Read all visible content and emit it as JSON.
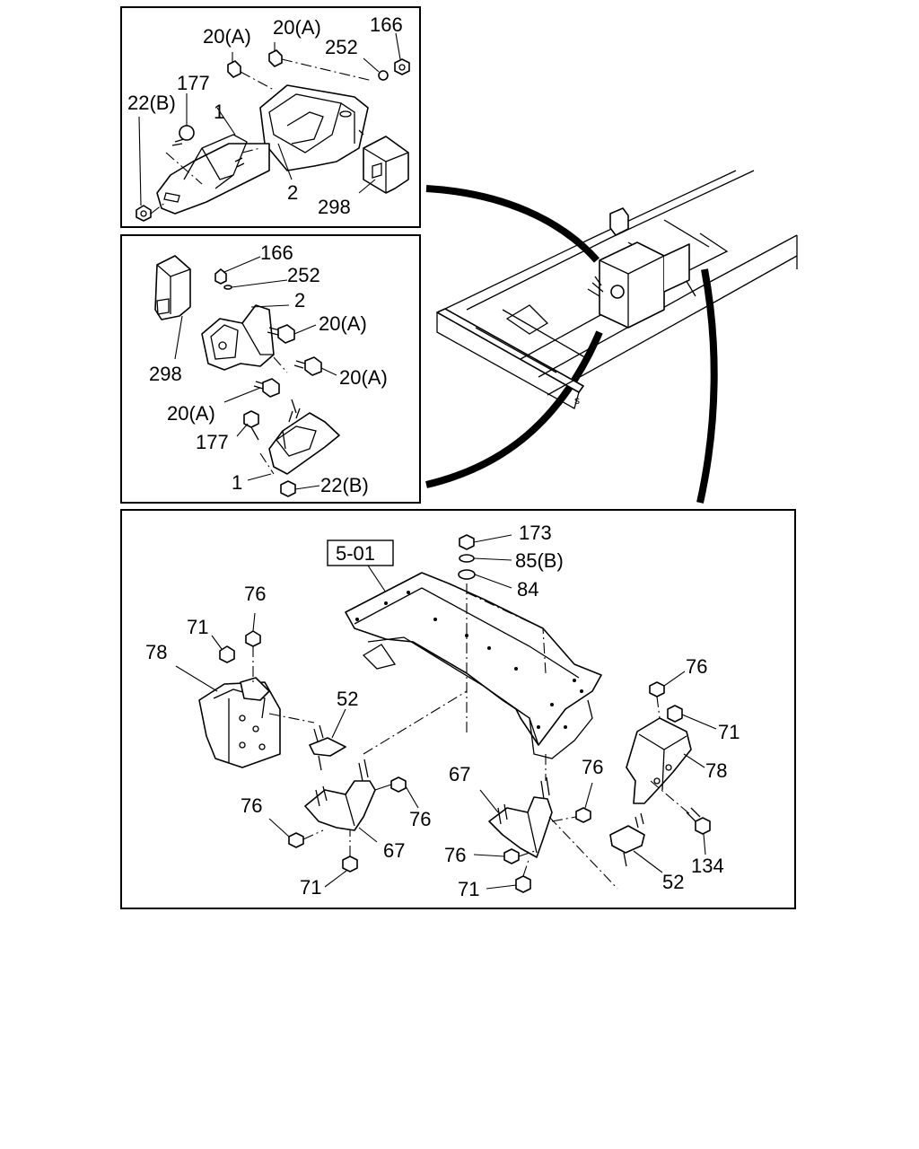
{
  "panel_top": {
    "callouts": {
      "bolt_a_1": "20(A)",
      "bolt_a_2": "20(A)",
      "nut_166": "166",
      "washer_252": "252",
      "bolt_177": "177",
      "nut_22b": "22(B)",
      "mount_1": "1",
      "bracket_2": "2",
      "stopper_298": "298"
    }
  },
  "panel_middle": {
    "callouts": {
      "nut_166": "166",
      "washer_252": "252",
      "bracket_2": "2",
      "bolt_a_1": "20(A)",
      "stopper_298": "298",
      "bolt_a_2": "20(A)",
      "bolt_a_3": "20(A)",
      "bolt_177": "177",
      "mount_1": "1",
      "nut_22b": "22(B)"
    }
  },
  "panel_bottom": {
    "reference_box": "5-01",
    "callouts": {
      "nut_173": "173",
      "washer_85b": "85(B)",
      "washer_84": "84",
      "bolt_76_a": "76",
      "nut_71_a": "71",
      "bracket_78_a": "78",
      "insulator_52_a": "52",
      "bolt_76_b": "76",
      "bolt_76_c": "76",
      "bracket_67_a": "67",
      "nut_71_b": "71",
      "bracket_67_b": "67",
      "bolt_76_d": "76",
      "bolt_76_e": "76",
      "nut_71_c": "71",
      "bolt_76_f": "76",
      "nut_71_d": "71",
      "bracket_78_b": "78",
      "bolt_134": "134",
      "insulator_52_b": "52"
    }
  }
}
